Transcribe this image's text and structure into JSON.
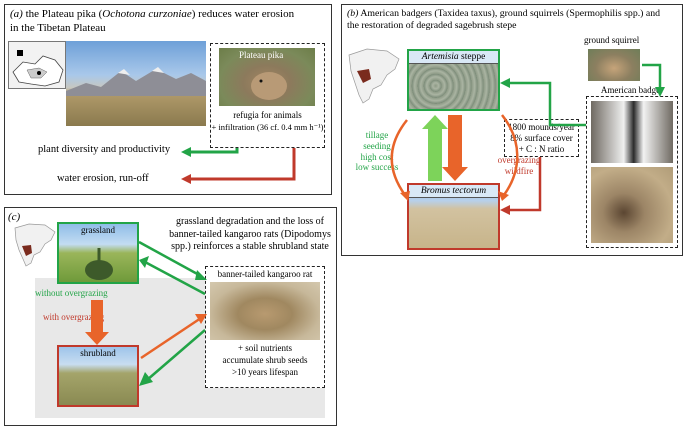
{
  "panel_a": {
    "label": "(a)",
    "title_prefix": " the Plateau pika (",
    "title_species": "Ochotona curzoniae",
    "title_suffix": ") reduces water erosion",
    "title_line2": "in the Tibetan Plateau",
    "photo_label": "Plateau pika",
    "caption_line1": "refugia for animals",
    "caption_line2": "+ infiltration (36 cf. 0.4 mm h⁻¹)",
    "effect_positive": "plant diversity and productivity",
    "effect_negative": "water erosion, run-off"
  },
  "panel_b": {
    "label": "(b)",
    "title_line1": "American badgers (Taxidea taxus), ground squirrels (Spermophilis spp.) and",
    "title_line2": "the restoration of degraded sagebrush stepe",
    "state_good_genus": "Artemisia",
    "state_good_suffix": " steppe",
    "state_bad": "Bromus tectorum",
    "restore_actions": [
      "tillage",
      "seeding",
      "high cost",
      "low success"
    ],
    "degrade_actions": [
      "overgrazing",
      "wildfire"
    ],
    "stats": [
      "1800 mounds/year",
      "8% surface cover",
      "+ C : N ratio"
    ],
    "squirrel_label": "ground squirrel",
    "badger_label": "American badger"
  },
  "panel_c": {
    "label": "(c)",
    "title_line1": "grassland degradation and the loss of",
    "title_line2": "banner-tailed kangaroo rats (Dipodomys",
    "title_line3": "spp.) reinforces a stable shrubland state",
    "state_grassland": "grassland",
    "state_shrubland": "shrubland",
    "without_label": "without overgrazing",
    "with_label": "with overgrazing",
    "rat_label": "banner-tailed kangaroo rat",
    "rat_effects": [
      "+ soil nutrients",
      "accumulate shrub seeds",
      ">10 years lifespan"
    ]
  },
  "colors": {
    "green": "#22a447",
    "light_green": "#7dd35a",
    "red": "#c0392b",
    "orange": "#e8642a"
  }
}
